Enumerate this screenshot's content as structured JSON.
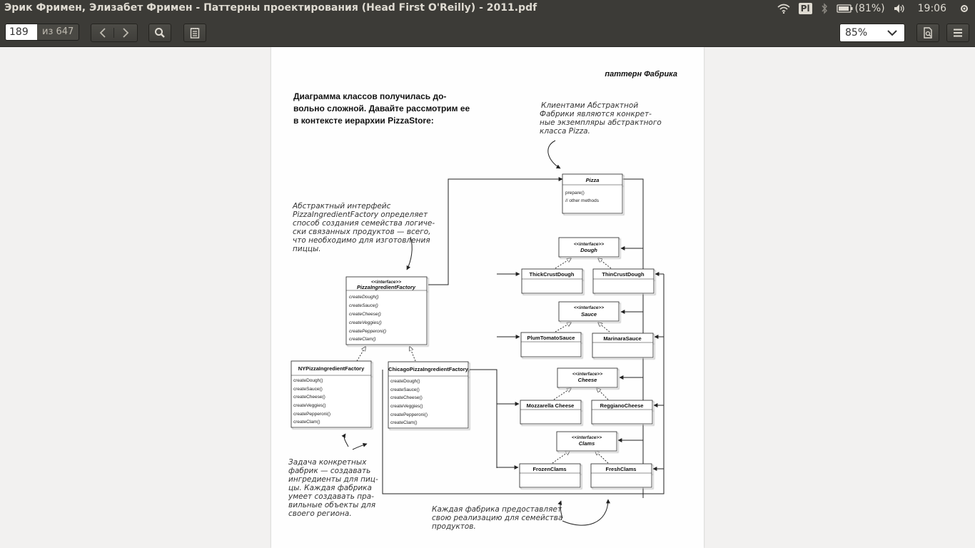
{
  "window": {
    "title": "Эрик Фримен, Элизабет Фримен - Паттерны проектирования (Head First O'Reilly) - 2011.pdf"
  },
  "tray": {
    "keyboard_layout": "Pl",
    "battery": "(81%)",
    "time": "19:06"
  },
  "toolbar": {
    "page_number": "189",
    "page_total": "из 647",
    "zoom": "85%"
  },
  "icons": {
    "prev": "chevron-left-icon",
    "next": "chevron-right-icon",
    "search": "search-icon",
    "annotations": "notepad-icon",
    "zoom_dropdown": "chevron-down-icon",
    "document_properties": "document-icon",
    "menu": "hamburger-menu-icon",
    "wifi": "wifi-icon",
    "bluetooth": "bluetooth-icon",
    "battery": "battery-icon",
    "volume": "volume-icon"
  },
  "document": {
    "running_header": "паттерн Фабрика",
    "heading_lines": [
      "Диаграмма классов получилась до-",
      "вольно сложной. Давайте рассмотрим ее",
      "в контексте иерархии PizzaStore:"
    ],
    "note_clients": [
      "Клиентами Абстрактной",
      "Фабрики являются конкрет-",
      "ные экземпляры абстрактного",
      "класса Pizza."
    ],
    "note_interface": [
      "Абстрактный интерфейс",
      "PizzaIngredientFactory определяет",
      "способ создания семейства логиче-",
      "ски связанных продуктов — всего,",
      "что необходимо для изготовления",
      "пиццы."
    ],
    "note_task": [
      "Задача конкретных",
      "фабрик — создавать",
      "ингредиенты для пиц-",
      "цы. Каждая фабрика",
      "умеет создавать пра-",
      "вильные объекты для",
      "своего региона."
    ],
    "note_each": [
      "Каждая фабрика предоставляет",
      "свою реализацию для семейства",
      "продуктов."
    ],
    "classes": {
      "pizza": {
        "name": "Pizza",
        "methods": [
          "prepare()",
          "// other methods"
        ]
      },
      "factory_interface": {
        "stereotype": "<<interface>>",
        "name": "PizzaIngredientFactory",
        "methods": [
          "createDough()",
          "createSauce()",
          "createCheese()",
          "createVeggies()",
          "createPepperoni()",
          "createClam()"
        ]
      },
      "ny_factory": {
        "name": "NYPizzaIngredientFactory",
        "methods": [
          "createDough()",
          "createSauce()",
          "createCheese()",
          "createVeggies()",
          "createPepperoni()",
          "createClam()"
        ]
      },
      "chicago_factory": {
        "name": "ChicagoPizzaIngredientFactory",
        "methods": [
          "createDough()",
          "createSauce()",
          "createCheese()",
          "createVeggies()",
          "createPepperoni()",
          "createClam()"
        ]
      },
      "dough": {
        "stereotype": "<<interface>>",
        "name": "Dough"
      },
      "thick_crust": {
        "name": "ThickCrustDough"
      },
      "thin_crust": {
        "name": "ThinCrustDough"
      },
      "sauce": {
        "stereotype": "<<interface>>",
        "name": "Sauce"
      },
      "plum_tomato": {
        "name": "PlumTomatoSauce"
      },
      "marinara": {
        "name": "MarinaraSauce"
      },
      "cheese": {
        "stereotype": "<<interface>>",
        "name": "Cheese"
      },
      "mozzarella": {
        "name": "Mozzarella Cheese"
      },
      "reggiano": {
        "name": "ReggianoCheese"
      },
      "clams": {
        "stereotype": "<<interface>>",
        "name": "Clams"
      },
      "frozen_clams": {
        "name": "FrozenClams"
      },
      "fresh_clams": {
        "name": "FreshClams"
      }
    }
  }
}
